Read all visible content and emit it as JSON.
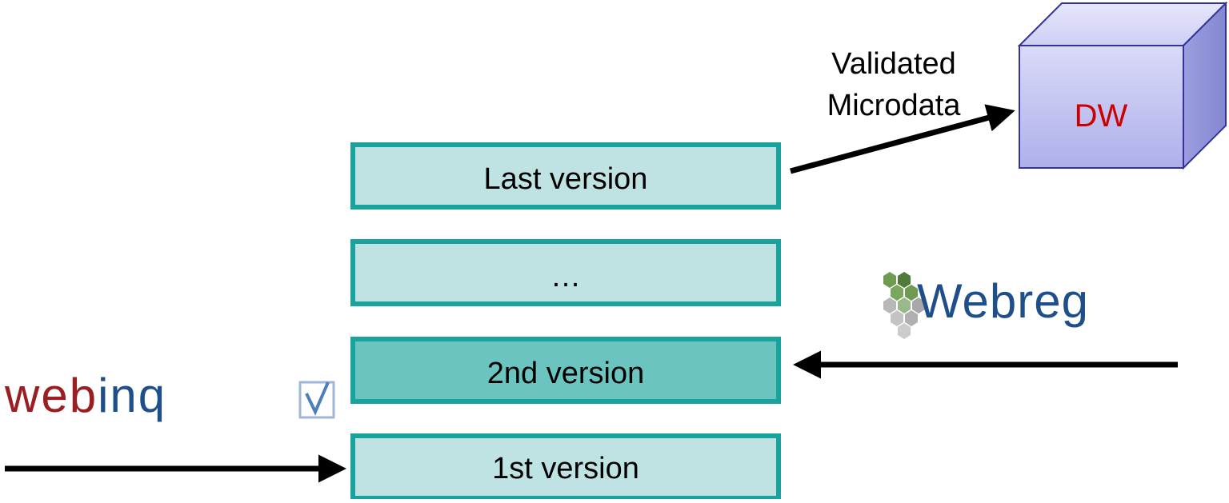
{
  "stack": {
    "boxes": [
      {
        "label": "Last version"
      },
      {
        "label": "…"
      },
      {
        "label": "2nd version"
      },
      {
        "label": "1st version"
      }
    ]
  },
  "arrow_labels": {
    "validated_line1": "Validated",
    "validated_line2": "Microdata"
  },
  "dw": {
    "label": "DW"
  },
  "logos": {
    "webreg": "Webreg",
    "webinq": "webinq"
  },
  "colors": {
    "box_fill": "#bfe3e3",
    "box_highlight_fill": "#6bc4c0",
    "box_border": "#1aa39c",
    "dw_text": "#cc0000",
    "cube_fill": "#c8c8f2",
    "cube_border": "#333399",
    "webreg_text": "#1f4f8a",
    "webreg_green": "#4f7a3a",
    "webinq_red": "#9a1e22",
    "webinq_blue": "#1f4f8a"
  }
}
